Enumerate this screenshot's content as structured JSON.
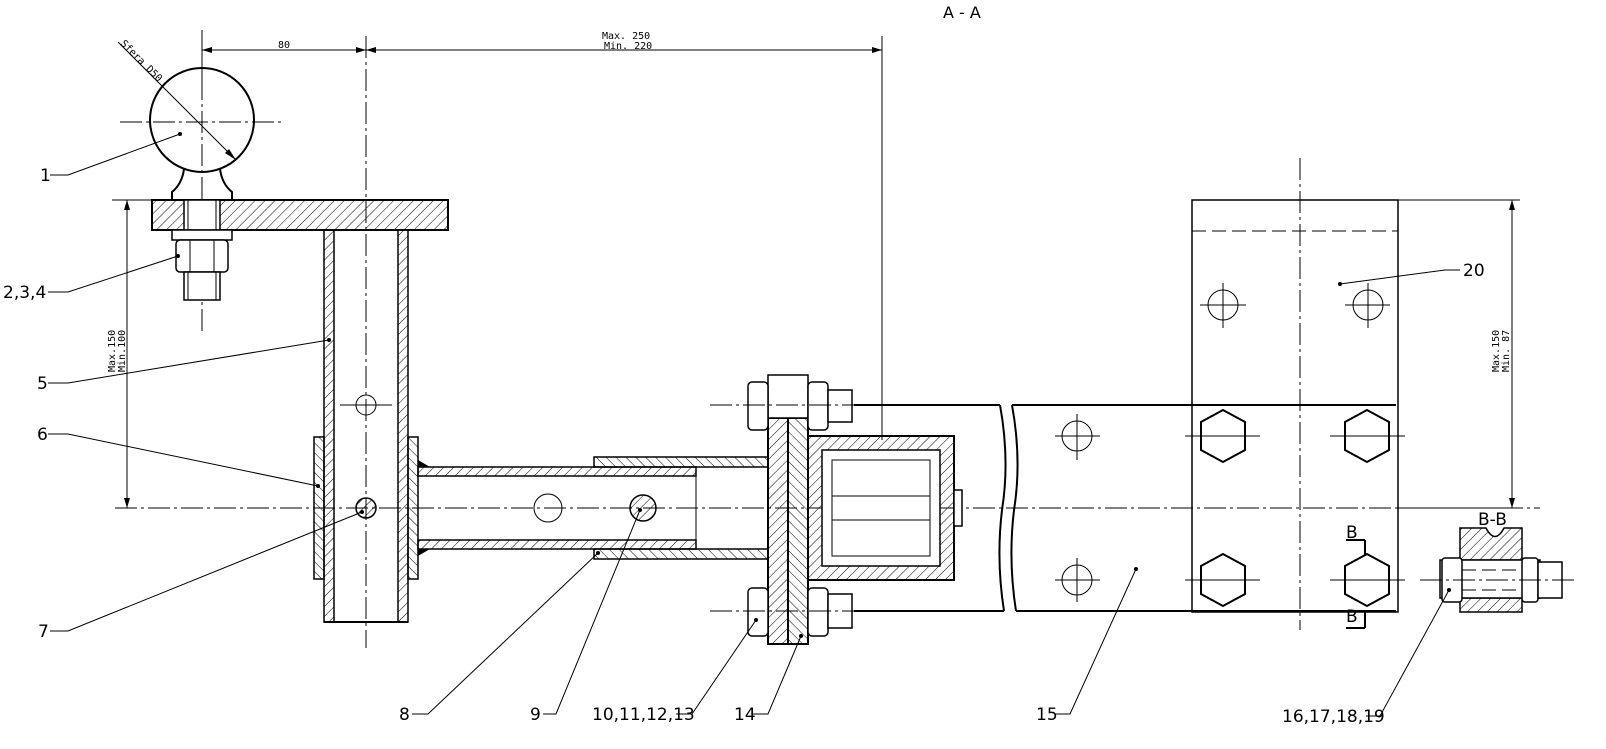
{
  "section_title": "A - A",
  "dimensions": {
    "d80": "80",
    "max250": "Max. 250",
    "min220": "Min. 220",
    "sfera": "Sfera D50",
    "max150_left": "Max.150",
    "min100": "Min.100",
    "max150_right": "Max.150",
    "min87": "Min. 87"
  },
  "labels": {
    "p1": "1",
    "p2": "2,3,4",
    "p5": "5",
    "p6": "6",
    "p7": "7",
    "p8": "8",
    "p9": "9",
    "p10": "10,11,12,13",
    "p14": "14",
    "p15": "15",
    "p16": "16,17,18,19",
    "p20": "20"
  },
  "section_bb": {
    "title": "B-B",
    "marker_top": "B",
    "marker_bottom": "B"
  }
}
